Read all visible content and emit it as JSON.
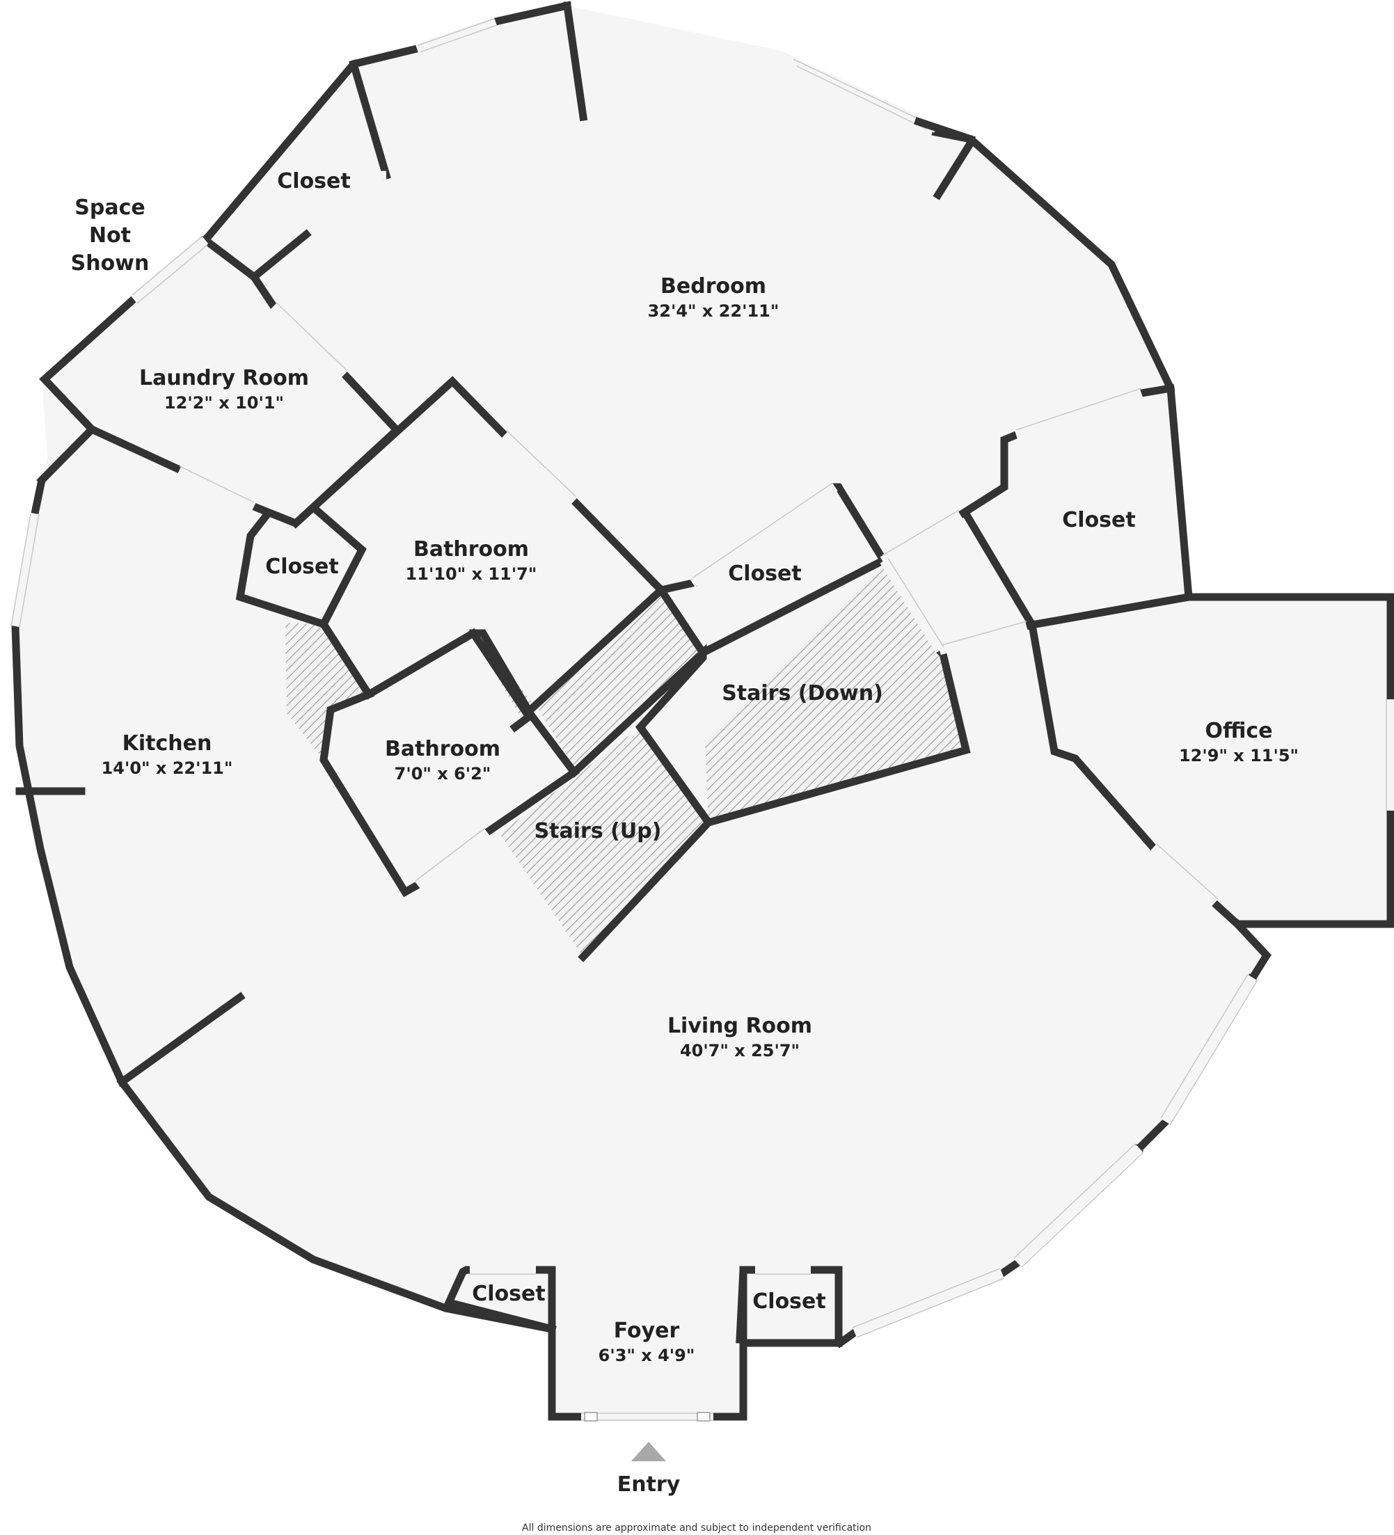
{
  "rooms": [
    {
      "id": "bedroom",
      "name": "Bedroom",
      "dims": "32'4\" x 22'11\""
    },
    {
      "id": "closet-nw",
      "name": "Closet",
      "dims": ""
    },
    {
      "id": "laundry",
      "name": "Laundry Room",
      "dims": "12'2\" x 10'1\""
    },
    {
      "id": "closet-laundry",
      "name": "Closet",
      "dims": ""
    },
    {
      "id": "bathroom-1",
      "name": "Bathroom",
      "dims": "11'10\" x 11'7\""
    },
    {
      "id": "closet-center",
      "name": "Closet",
      "dims": ""
    },
    {
      "id": "closet-east",
      "name": "Closet",
      "dims": ""
    },
    {
      "id": "stairs-down",
      "name": "Stairs (Down)",
      "dims": ""
    },
    {
      "id": "stairs-up",
      "name": "Stairs (Up)",
      "dims": ""
    },
    {
      "id": "bathroom-2",
      "name": "Bathroom",
      "dims": "7'0\" x 6'2\""
    },
    {
      "id": "kitchen",
      "name": "Kitchen",
      "dims": "14'0\" x 22'11\""
    },
    {
      "id": "office",
      "name": "Office",
      "dims": "12'9\" x 11'5\""
    },
    {
      "id": "living",
      "name": "Living Room",
      "dims": "40'7\" x 25'7\""
    },
    {
      "id": "closet-foyer-left",
      "name": "Closet",
      "dims": ""
    },
    {
      "id": "closet-foyer-right",
      "name": "Closet",
      "dims": ""
    },
    {
      "id": "foyer",
      "name": "Foyer",
      "dims": "6'3\" x 4'9\""
    }
  ],
  "space_not_shown": [
    "Space",
    "Not",
    "Shown"
  ],
  "entry_label": "Entry",
  "disclaimer": "All dimensions are approximate and subject to independent verification",
  "colors": {
    "wall": "#333333",
    "floor": "#f5f5f5",
    "stairs_hatch": "#777777",
    "entry_marker": "#a8a8a8"
  }
}
